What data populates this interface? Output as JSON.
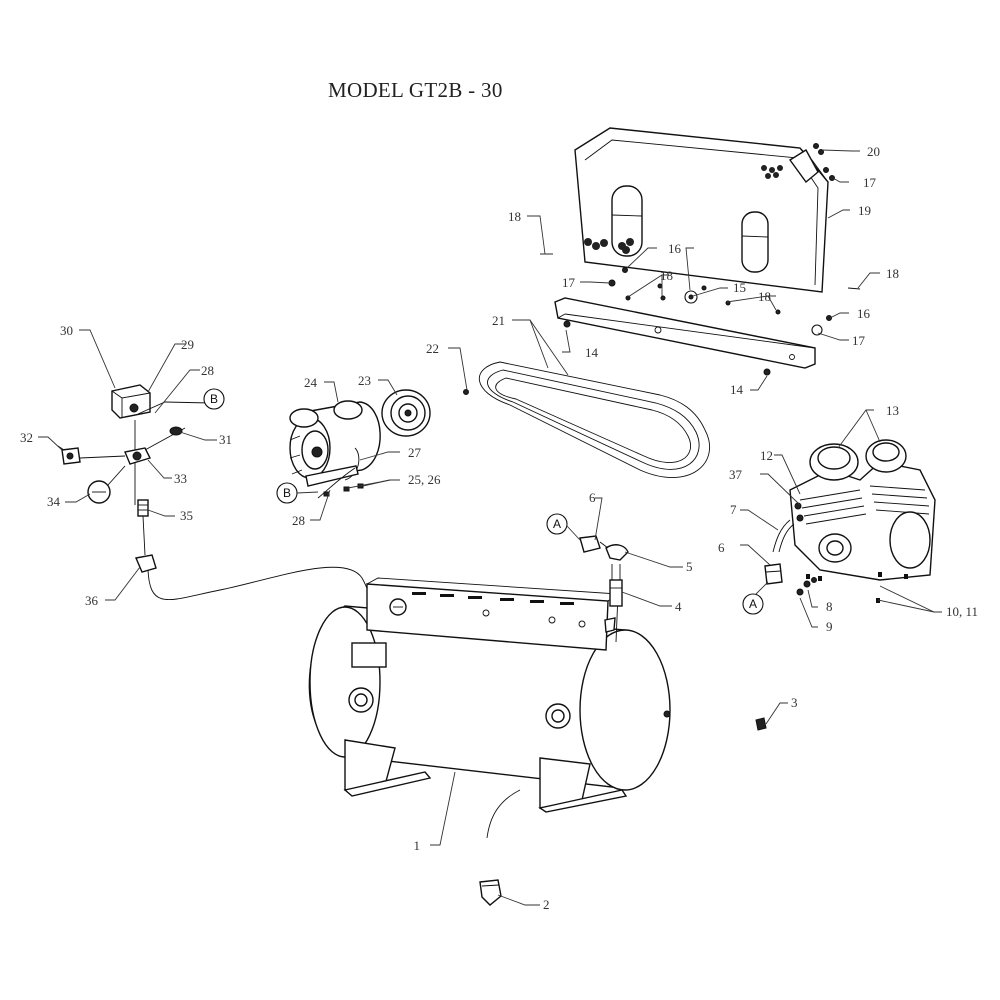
{
  "title": "MODEL  GT2B - 30",
  "callouts": [
    {
      "id": "c1",
      "text": "1"
    },
    {
      "id": "c2",
      "text": "2"
    },
    {
      "id": "c3",
      "text": "3"
    },
    {
      "id": "c4",
      "text": "4"
    },
    {
      "id": "c5",
      "text": "5"
    },
    {
      "id": "c6a",
      "text": "6"
    },
    {
      "id": "c6b",
      "text": "6"
    },
    {
      "id": "c7",
      "text": "7"
    },
    {
      "id": "c8",
      "text": "8"
    },
    {
      "id": "c9",
      "text": "9"
    },
    {
      "id": "c1011",
      "text": "10, 11"
    },
    {
      "id": "c12",
      "text": "12"
    },
    {
      "id": "c13",
      "text": "13"
    },
    {
      "id": "c14a",
      "text": "14"
    },
    {
      "id": "c14b",
      "text": "14"
    },
    {
      "id": "c15",
      "text": "15"
    },
    {
      "id": "c16a",
      "text": "16"
    },
    {
      "id": "c16b",
      "text": "16"
    },
    {
      "id": "c17a",
      "text": "17"
    },
    {
      "id": "c17b",
      "text": "17"
    },
    {
      "id": "c17c",
      "text": "17"
    },
    {
      "id": "c18a",
      "text": "18"
    },
    {
      "id": "c18b",
      "text": "18"
    },
    {
      "id": "c18c",
      "text": "18"
    },
    {
      "id": "c18d",
      "text": "18"
    },
    {
      "id": "c19",
      "text": "19"
    },
    {
      "id": "c20",
      "text": "20"
    },
    {
      "id": "c21",
      "text": "21"
    },
    {
      "id": "c22",
      "text": "22"
    },
    {
      "id": "c23",
      "text": "23"
    },
    {
      "id": "c24",
      "text": "24"
    },
    {
      "id": "c2526",
      "text": "25, 26"
    },
    {
      "id": "c27",
      "text": "27"
    },
    {
      "id": "c28a",
      "text": "28"
    },
    {
      "id": "c28b",
      "text": "28"
    },
    {
      "id": "c29",
      "text": "29"
    },
    {
      "id": "c30",
      "text": "30"
    },
    {
      "id": "c31",
      "text": "31"
    },
    {
      "id": "c32",
      "text": "32"
    },
    {
      "id": "c33",
      "text": "33"
    },
    {
      "id": "c34",
      "text": "34"
    },
    {
      "id": "c35",
      "text": "35"
    },
    {
      "id": "c36",
      "text": "36"
    },
    {
      "id": "c37",
      "text": "37"
    }
  ],
  "connectors": [
    {
      "id": "conA1",
      "text": "A"
    },
    {
      "id": "conA2",
      "text": "A"
    },
    {
      "id": "conB1",
      "text": "B"
    },
    {
      "id": "conB2",
      "text": "B"
    }
  ]
}
